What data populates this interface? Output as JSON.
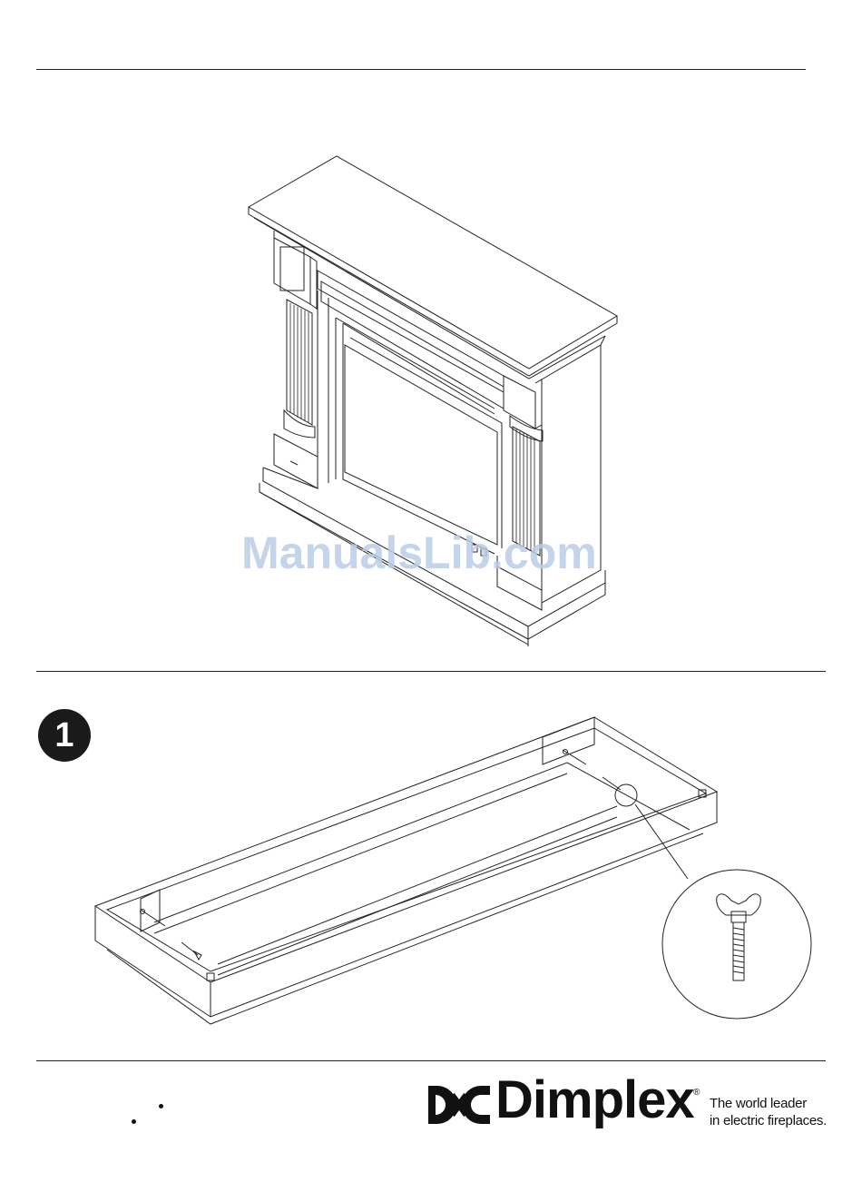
{
  "watermark": "ManualsLib.com",
  "step": {
    "number": "1"
  },
  "brand": {
    "name": "Dimplex",
    "registered": "®",
    "tagline_line1": "The world leader",
    "tagline_line2": "in electric fireplaces."
  },
  "icons": {
    "logo": "dimplex-logo-icon",
    "bullet": "bullet-dot-icon"
  }
}
